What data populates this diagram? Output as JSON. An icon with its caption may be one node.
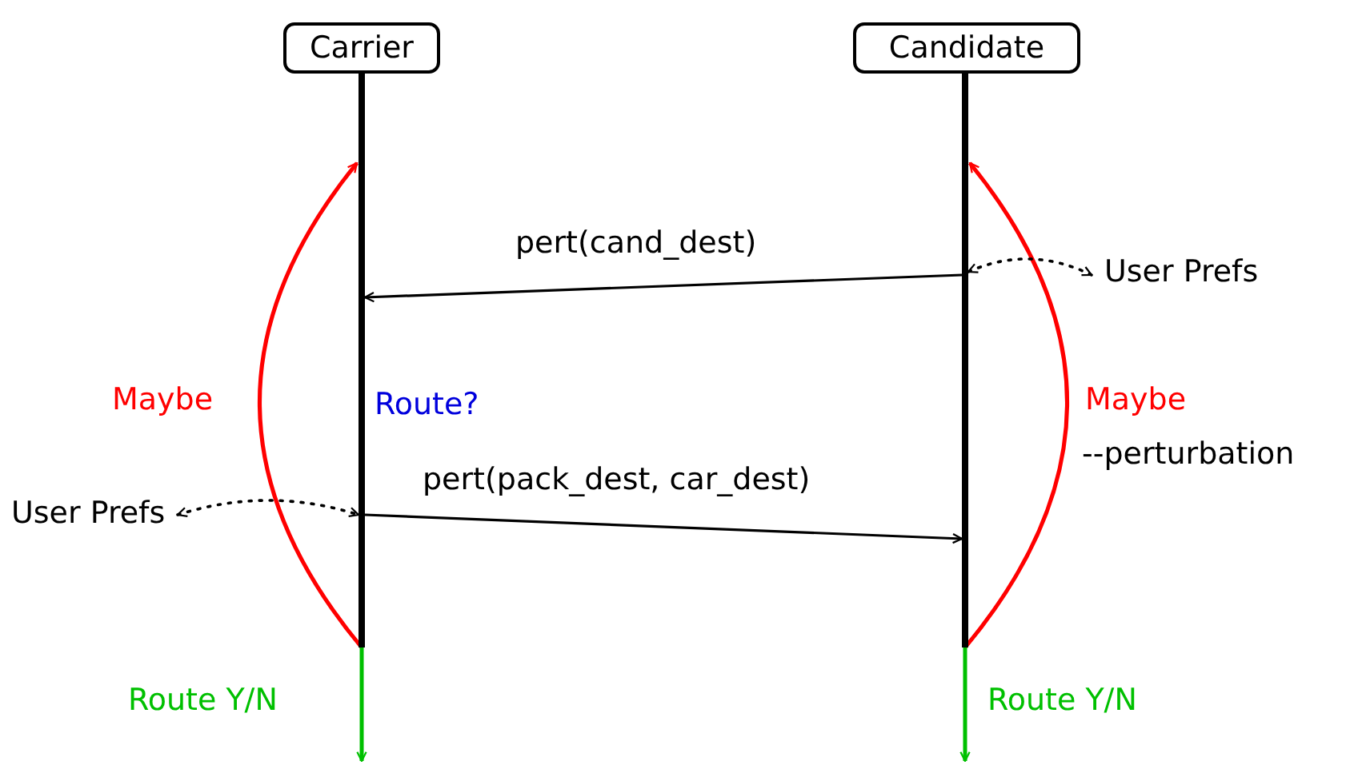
{
  "diagram": {
    "nodes": [
      {
        "text": [
          "Carrier"
        ]
      },
      {
        "text": [
          "Candidate"
        ]
      },
      {
        "text": [],
        "shape": "bar"
      },
      {
        "text": [],
        "shape": "bar"
      },
      {
        "text": [
          "User Prefs"
        ]
      },
      {
        "text": [
          "User Prefs"
        ]
      }
    ],
    "edges": [
      {
        "from": 3,
        "to": 2,
        "arrow": "to",
        "label": "pert(cand_dest)"
      },
      {
        "from": 3,
        "to": 3,
        "arrow": "to",
        "label": "Maybe",
        "color": "#ff0000"
      },
      {
        "from": 2,
        "to": 2,
        "arrow": "to",
        "label": "Maybe",
        "color": "#ff0000"
      },
      {
        "from": 4,
        "to": 3,
        "arrow": "both",
        "style": "dashed"
      },
      {
        "from": 5,
        "to": 2,
        "arrow": "both",
        "style": "dashed"
      },
      {
        "from": 2,
        "to": 3,
        "arrow": "to",
        "label": "pert(pack_dest, car_dest)"
      },
      {
        "from": 2,
        "to": null,
        "arrow": "to",
        "label": "Route Y/N",
        "color": "#00c000"
      },
      {
        "from": 3,
        "to": null,
        "arrow": "to",
        "label": "Route Y/N",
        "color": "#00c000"
      }
    ],
    "labels": [
      "Route?",
      "--perturbation"
    ]
  }
}
